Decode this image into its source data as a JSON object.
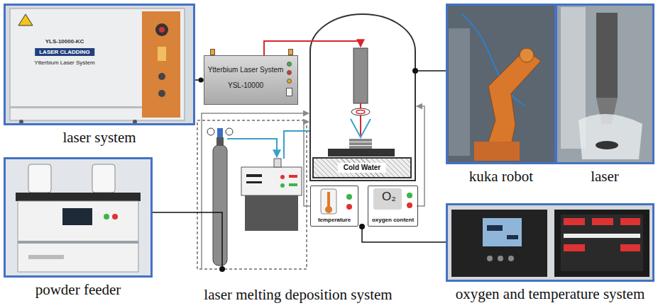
{
  "diagram": {
    "caption": "laser melting deposition system",
    "nodes": [
      {
        "text": [
          "YLS-10000-KC",
          "LASER CLADDING",
          "Ytterbium Laser System",
          "laser system"
        ]
      },
      {
        "text": [
          "powder feeder"
        ]
      },
      {
        "text": [
          "Ytterbium Laser System",
          "YSL-10000"
        ]
      },
      {
        "text": [
          "Cold Water"
        ]
      },
      {
        "text": [
          "temperature"
        ]
      },
      {
        "text": [
          "O₂",
          "oxygen content"
        ]
      },
      {
        "text": [
          "kuka robot"
        ]
      },
      {
        "text": [
          "laser"
        ]
      },
      {
        "text": [
          "oxygen and temperature system"
        ]
      }
    ],
    "edges": [
      {
        "from": 0,
        "to": 2,
        "arrow": "none"
      }
    ]
  }
}
